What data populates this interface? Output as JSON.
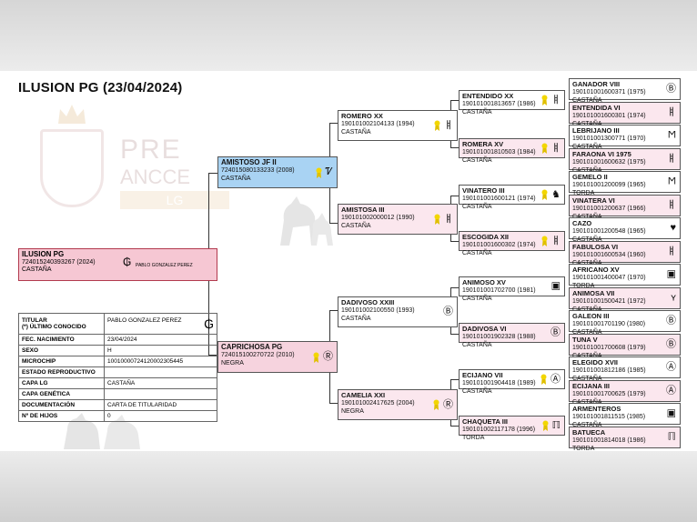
{
  "title": "ILUSION PG (23/04/2024)",
  "logo": {
    "pre": "PRE",
    "ancce": "ANCCE",
    "lg": "LG"
  },
  "subject": {
    "name": "ILUSION PG",
    "id": "724015240393267 (2024)",
    "color": "CASTAÑA",
    "owner": "PABLO GONZALEZ PEREZ"
  },
  "info_table": [
    {
      "key": "TITULAR\n(*) ÚLTIMO CONOCIDO",
      "value": "PABLO GONZALEZ PEREZ"
    },
    {
      "key": "FEC. NACIMIENTO",
      "value": "23/04/2024"
    },
    {
      "key": "SEXO",
      "value": "H"
    },
    {
      "key": "MICROCHIP",
      "value": "100100007241200023054​45"
    },
    {
      "key": "ESTADO REPRODUCTIVO",
      "value": ""
    },
    {
      "key": "CAPA LG",
      "value": "CASTAÑA"
    },
    {
      "key": "CAPA GENÉTICA",
      "value": ""
    },
    {
      "key": "DOCUMENTACIÓN",
      "value": "CARTA DE TITULARIDAD"
    },
    {
      "key": "Nº DE HIJOS",
      "value": "0"
    }
  ],
  "gen1": [
    {
      "name": "AMISTOSO JF II",
      "id": "724015080133233 (2008)",
      "color": "CASTAÑA",
      "icon": "stallion-icon"
    },
    {
      "name": "CAPRICHOSA PG",
      "id": "724015100270722 (2010)",
      "color": "NEGRA",
      "icon": "r-circle-icon"
    }
  ],
  "gen2": [
    {
      "name": "ROMERO XX",
      "id": "190101002104133 (1994)",
      "color": "CASTAÑA"
    },
    {
      "name": "AMISTOSA III",
      "id": "190101002000012 (1990)",
      "color": "CASTAÑA"
    },
    {
      "name": "DADIVOSO XXIII",
      "id": "190101002100550 (1993)",
      "color": "CASTAÑA"
    },
    {
      "name": "CAMELIA XXI",
      "id": "190101002417625 (2004)",
      "color": "NEGRA"
    }
  ],
  "gen3": [
    {
      "name": "ENTENDIDO XX",
      "id": "190101001813657 (1986)",
      "color": "CASTAÑA"
    },
    {
      "name": "ROMERA XV",
      "id": "190101001810503 (1984)",
      "color": "CASTAÑA"
    },
    {
      "name": "VINATERO III",
      "id": "190101001600121 (1974)",
      "color": "CASTAÑA"
    },
    {
      "name": "ESCOGIDA XII",
      "id": "190101001600302 (1974)",
      "color": "CASTAÑA"
    },
    {
      "name": "ANIMOSO XV",
      "id": "190101001702700 (1981)",
      "color": "CASTAÑA"
    },
    {
      "name": "DADIVOSA VI",
      "id": "190101001902328 (1988)",
      "color": "CASTAÑA"
    },
    {
      "name": "ECIJANO VII",
      "id": "190101001904418 (1989)",
      "color": "CASTAÑA"
    },
    {
      "name": "CHAQUETA III",
      "id": "190101002117178 (1996)",
      "color": "TORDA"
    }
  ],
  "gen4": [
    {
      "name": "GANADOR VIII",
      "id": "190101001600371 (1975)",
      "color": "CASTAÑA"
    },
    {
      "name": "ENTENDIDA VI",
      "id": "190101001600301 (1974)",
      "color": "CASTAÑA"
    },
    {
      "name": "LEBRIJANO III",
      "id": "190101001300771 (1970)",
      "color": "CASTAÑA"
    },
    {
      "name": "FARAONA VI 1975",
      "id": "190101001600632 (1975)",
      "color": "CASTAÑA"
    },
    {
      "name": "GEMELO II",
      "id": "190101001200099 (1965)",
      "color": "TORDA"
    },
    {
      "name": "VINATERA VI",
      "id": "190101001200637 (1966)",
      "color": "CASTAÑA"
    },
    {
      "name": "CAZO",
      "id": "190101001200548 (1965)",
      "color": "CASTAÑA"
    },
    {
      "name": "FABULOSA VI",
      "id": "190101001600534 (1960)",
      "color": "CASTAÑA"
    },
    {
      "name": "AFRICANO XV",
      "id": "190101001400047 (1970)",
      "color": "TORDA"
    },
    {
      "name": "ANIMOSA VII",
      "id": "190101001500421 (1972)",
      "color": "CASTAÑA"
    },
    {
      "name": "GALEON III",
      "id": "190101001701190 (1980)",
      "color": "CASTAÑA"
    },
    {
      "name": "TUNA V",
      "id": "190101001700608 (1979)",
      "color": "CASTAÑA"
    },
    {
      "name": "ELEGIDO XVII",
      "id": "190101001812186 (1985)",
      "color": "CASTAÑA"
    },
    {
      "name": "ECIJANA III",
      "id": "190101001700625 (1979)",
      "color": "CASTAÑA"
    },
    {
      "name": "ARMENTEROS",
      "id": "190101001811515 (1985)",
      "color": "CASTAÑA"
    },
    {
      "name": "BATUECA",
      "id": "190101001814018 (1986)",
      "color": "TORDA"
    }
  ]
}
